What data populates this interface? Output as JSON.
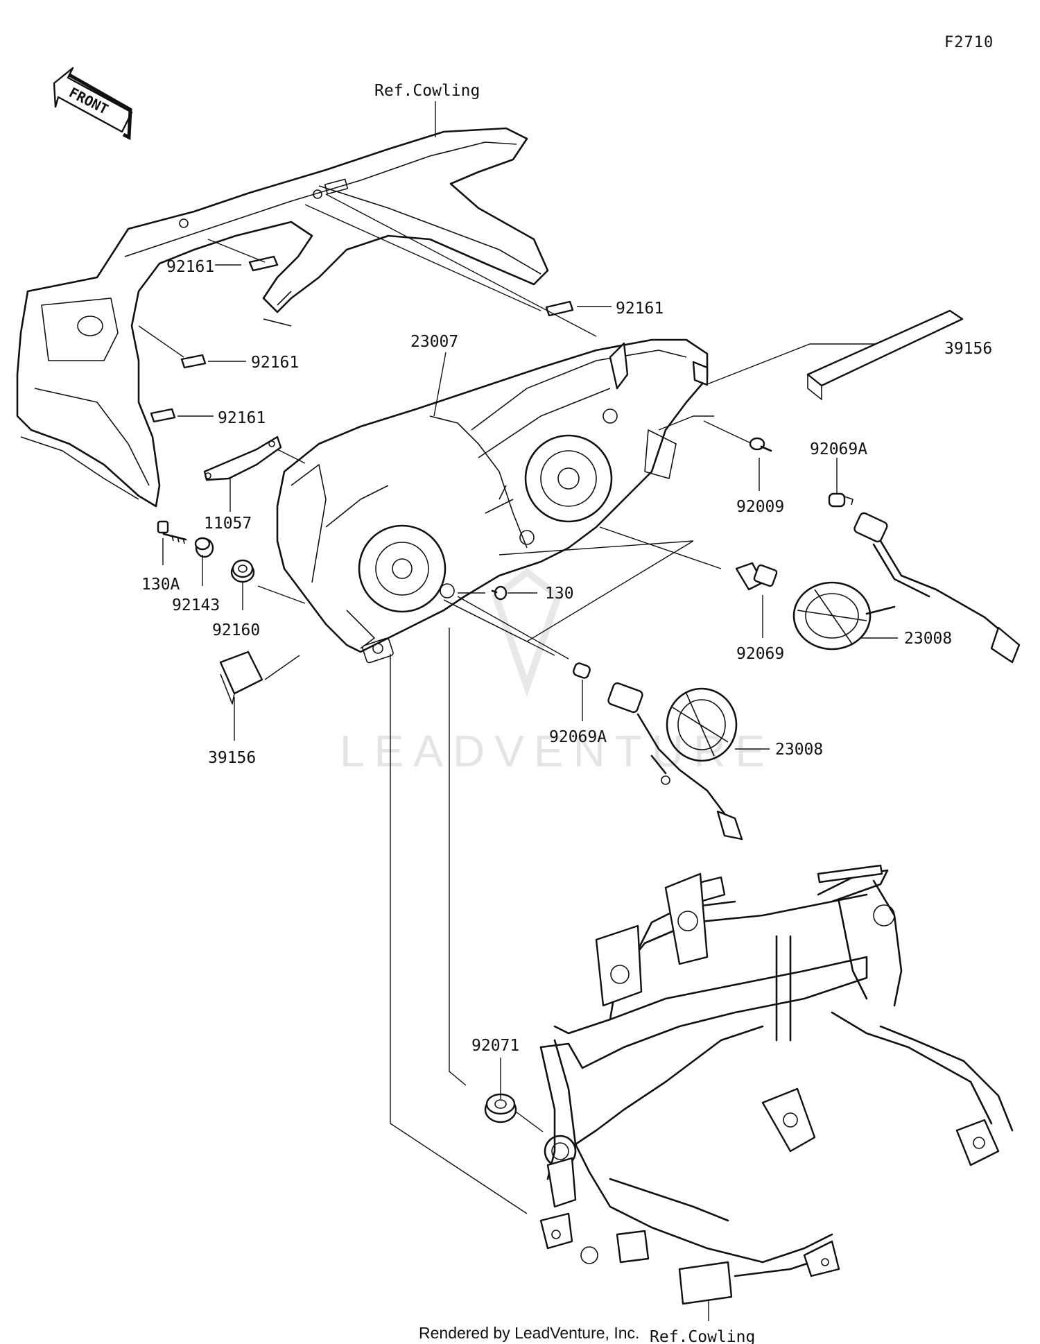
{
  "figure_code": "F2710",
  "front_arrow": {
    "label": "FRONT",
    "icon": "front-direction-arrow"
  },
  "ref_labels": {
    "top": "Ref.Cowling",
    "bottom": "Ref.Cowling"
  },
  "footer": "Rendered by LeadVenture, Inc.",
  "watermark": "LEADVENTURE",
  "callouts": [
    {
      "id": "c1",
      "text": "92161"
    },
    {
      "id": "c2",
      "text": "92161"
    },
    {
      "id": "c3",
      "text": "92161"
    },
    {
      "id": "c4",
      "text": "92161"
    },
    {
      "id": "c5",
      "text": "23007"
    },
    {
      "id": "c6",
      "text": "39156"
    },
    {
      "id": "c7",
      "text": "92009"
    },
    {
      "id": "c8",
      "text": "92069A"
    },
    {
      "id": "c9",
      "text": "11057"
    },
    {
      "id": "c10",
      "text": "130A"
    },
    {
      "id": "c11",
      "text": "92143"
    },
    {
      "id": "c12",
      "text": "92160"
    },
    {
      "id": "c13",
      "text": "130"
    },
    {
      "id": "c14",
      "text": "92069"
    },
    {
      "id": "c15",
      "text": "23008"
    },
    {
      "id": "c16",
      "text": "39156"
    },
    {
      "id": "c17",
      "text": "92069A"
    },
    {
      "id": "c18",
      "text": "23008"
    },
    {
      "id": "c19",
      "text": "92071"
    }
  ]
}
